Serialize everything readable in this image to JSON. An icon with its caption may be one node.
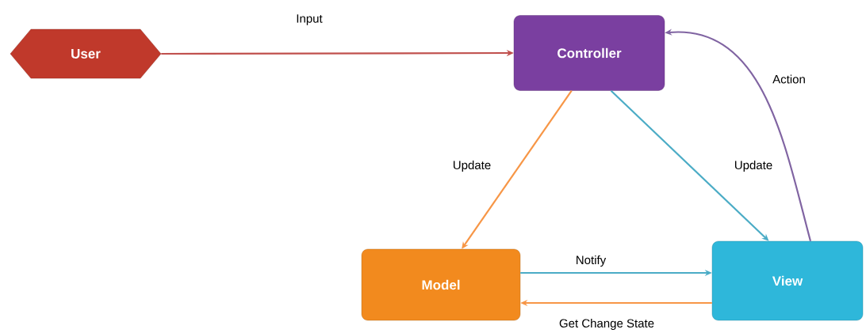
{
  "diagram": {
    "nodes": [
      {
        "text": [
          "User"
        ]
      },
      {
        "text": [
          "Controller"
        ]
      },
      {
        "text": [
          "Model"
        ]
      },
      {
        "text": [
          "View"
        ]
      }
    ],
    "edges": [
      {
        "from": 0,
        "to": 1,
        "arrow": "to",
        "label": "Input",
        "color": "#c0504d"
      },
      {
        "from": 1,
        "to": 2,
        "arrow": "to",
        "label": "Update",
        "color": "#f79646"
      },
      {
        "from": 1,
        "to": 3,
        "arrow": "to",
        "label": "Update",
        "color": "#4bacc6"
      },
      {
        "from": 2,
        "to": 3,
        "arrow": "to",
        "label": "Notify",
        "color": "#4bacc6"
      },
      {
        "from": 3,
        "to": 2,
        "arrow": "to",
        "label": "Get Change State",
        "color": "#f79646"
      },
      {
        "from": 3,
        "to": 1,
        "arrow": "to",
        "label": "Action",
        "color": "#8064a2"
      }
    ]
  }
}
